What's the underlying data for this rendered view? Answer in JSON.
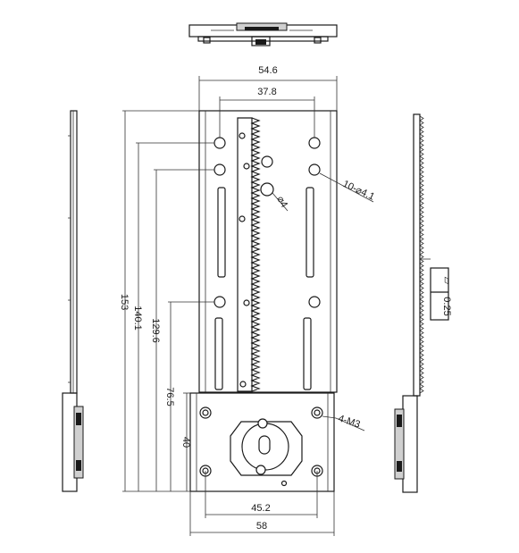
{
  "dimensions": {
    "overall_width_top": "54.6",
    "hole_spacing_top": "37.8",
    "total_height": "153",
    "height_upper_holes": "140.1",
    "height_mid_holes": "129.6",
    "height_lower_holes": "76.5",
    "base_height": "40",
    "base_hole_spacing": "45.2",
    "base_width": "58"
  },
  "callouts": {
    "hole_spec": "10-⌀4.1",
    "center_hole": "⌀4",
    "base_screws": "4-M3",
    "flatness_symbol": "▱",
    "flatness_tolerance": "0.25"
  }
}
